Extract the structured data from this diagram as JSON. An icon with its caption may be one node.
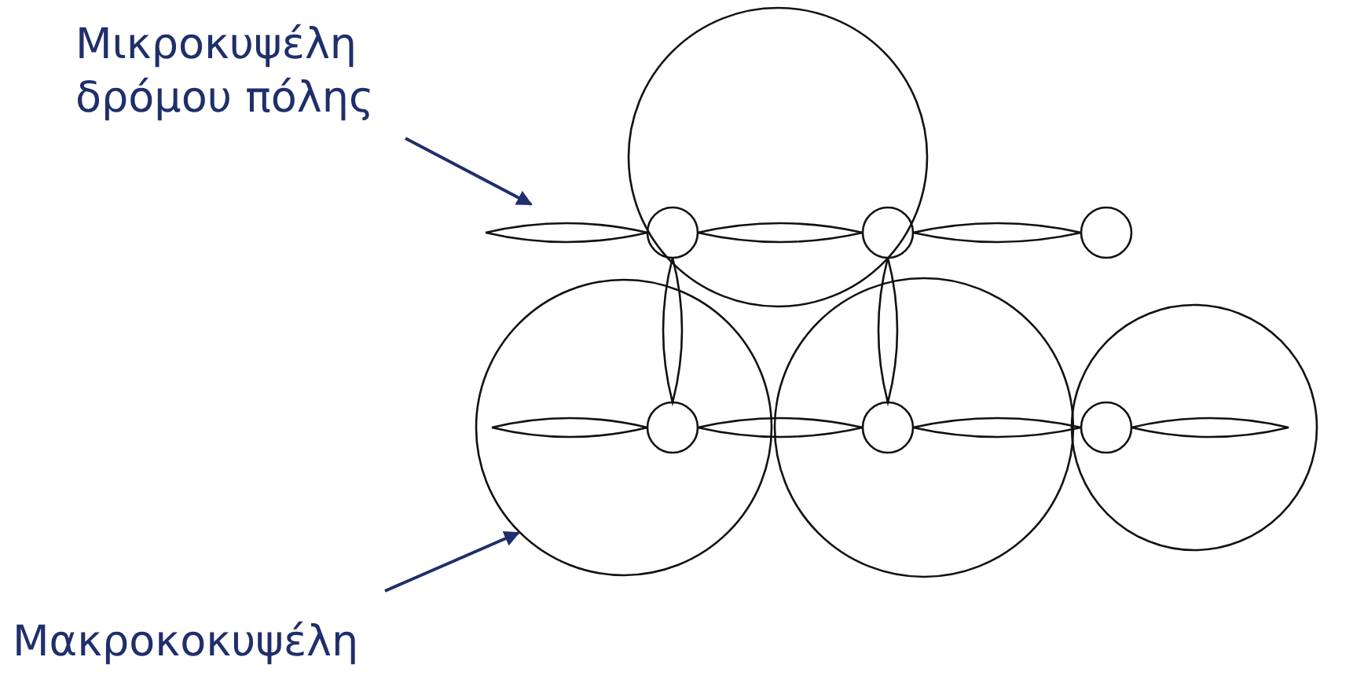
{
  "diagram": {
    "nodes": [
      {
        "text": [
          "Μικροκυψέλη δρόμου πόλης"
        ]
      },
      {
        "text": [],
        "shape": "ellipse"
      },
      {
        "text": [
          "Μακροκοκυψέλη"
        ]
      },
      {
        "text": [],
        "shape": "circle"
      }
    ],
    "edges": [
      {
        "from": 0,
        "to": 1,
        "arrow": "to"
      },
      {
        "from": 2,
        "to": 3,
        "arrow": "to"
      }
    ]
  }
}
